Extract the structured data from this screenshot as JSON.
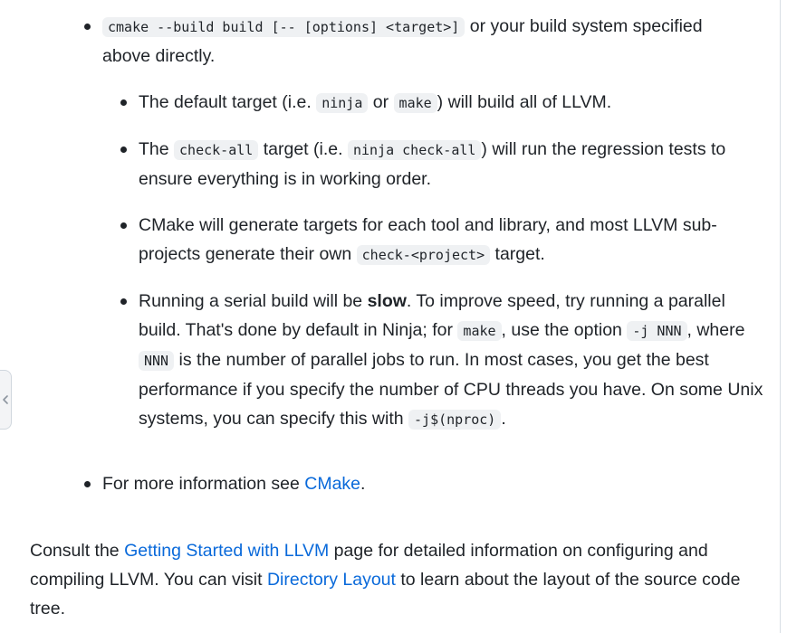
{
  "list": {
    "item1": {
      "code": "cmake --build build [-- [options] <target>]",
      "text_after": "or your build system specified above directly."
    },
    "sub1": {
      "text_a": "The default target (i.e.",
      "code_a": "ninja",
      "text_b": "or",
      "code_b": "make",
      "text_c": ") will build all of LLVM."
    },
    "sub2": {
      "text_a": "The",
      "code_a": "check-all",
      "text_b": "target (i.e.",
      "code_b": "ninja check-all",
      "text_c": ") will run the regression tests to ensure everything is in working order."
    },
    "sub3": {
      "text_a": "CMake will generate targets for each tool and library, and most LLVM sub-projects generate their own",
      "code_a": "check-<project>",
      "text_b": "target."
    },
    "sub4": {
      "text_a": "Running a serial build will be",
      "bold": "slow",
      "text_b": ". To improve speed, try running a parallel build. That's done by default in Ninja; for",
      "code_a": "make",
      "text_c": ", use the option",
      "code_b": "-j NNN",
      "text_d": ", where",
      "code_c": "NNN",
      "text_e": "is the number of parallel jobs to run. In most cases, you get the best performance if you specify the number of CPU threads you have. On some Unix systems, you can specify this with",
      "code_d": "-j$(nproc)",
      "text_f": "."
    },
    "item2": {
      "text": "For more information see",
      "link": "CMake",
      "text_after": "."
    }
  },
  "paragraph": {
    "text_a": "Consult the",
    "link_a": "Getting Started with LLVM",
    "text_b": "page for detailed information on configuring and compiling LLVM. You can visit",
    "link_b": "Directory Layout",
    "text_c": "to learn about the layout of the source code tree."
  },
  "colors": {
    "text": "#1f2328",
    "link": "#0969da",
    "code_bg": "#eff1f3"
  }
}
